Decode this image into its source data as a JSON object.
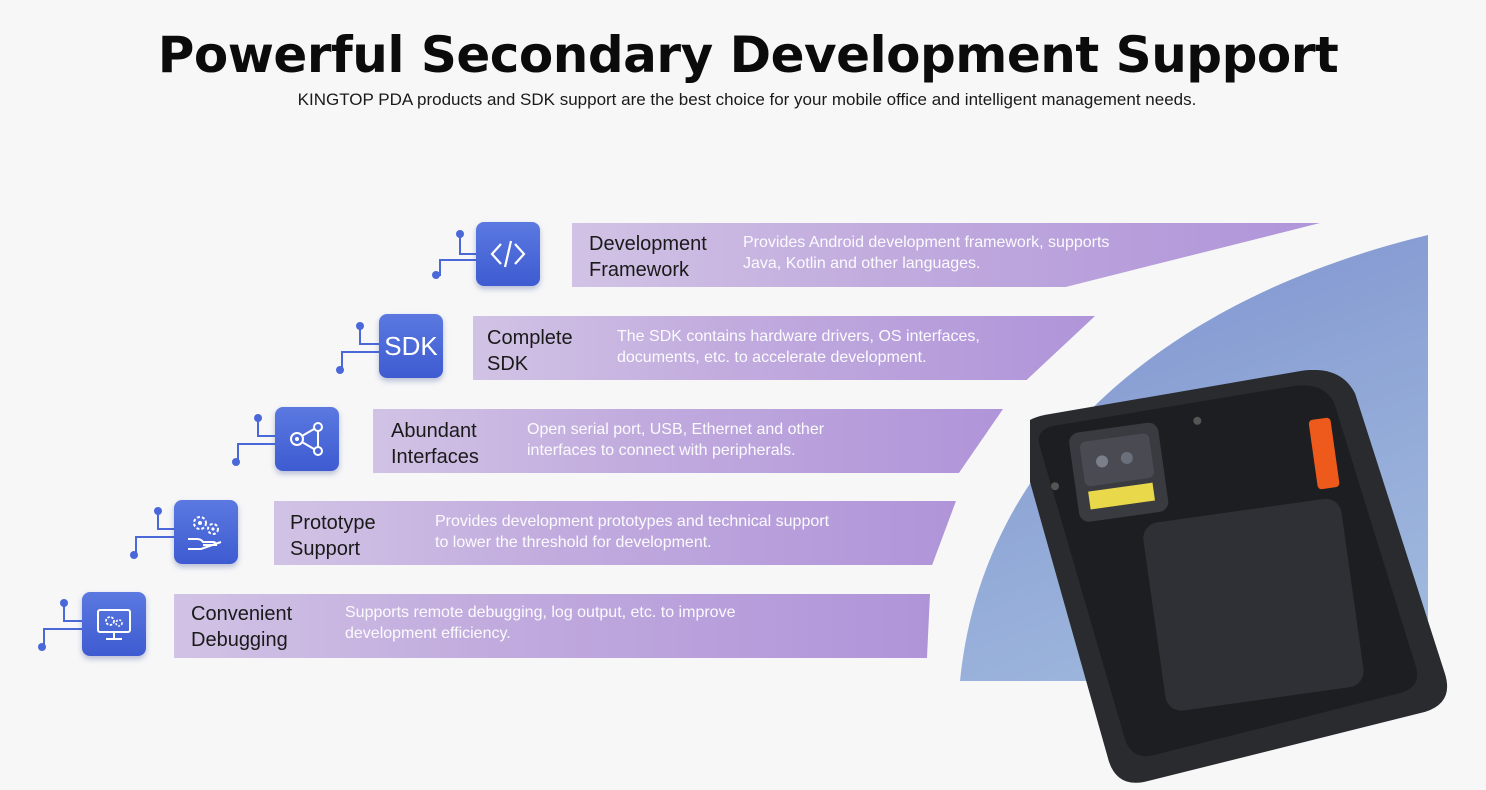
{
  "header": {
    "title": "Powerful Secondary Development Support",
    "subtitle": "KINGTOP PDA products and SDK support are the best choice for your mobile office and intelligent management needs."
  },
  "features": [
    {
      "label_line1": "Development",
      "label_line2": "Framework",
      "desc_line1": "Provides Android development framework, supports",
      "desc_line2": "Java, Kotlin and other languages.",
      "icon": "code-icon"
    },
    {
      "label_line1": "Complete",
      "label_line2": "SDK",
      "desc_line1": "The SDK contains hardware drivers, OS interfaces,",
      "desc_line2": "documents, etc. to accelerate development.",
      "icon": "sdk-icon",
      "icon_text": "SDK"
    },
    {
      "label_line1": "Abundant",
      "label_line2": "Interfaces",
      "desc_line1": "Open serial port, USB, Ethernet and other",
      "desc_line2": "interfaces to connect with peripherals.",
      "icon": "share-nodes-icon"
    },
    {
      "label_line1": "Prototype",
      "label_line2": "Support",
      "desc_line1": "Provides development prototypes and technical support",
      "desc_line2": "to lower the threshold for development.",
      "icon": "gears-hand-icon"
    },
    {
      "label_line1": "Convenient",
      "label_line2": "Debugging",
      "desc_line1": "Supports remote debugging, log output, etc. to improve",
      "desc_line2": "development efficiency.",
      "icon": "monitor-gear-icon"
    }
  ],
  "colors": {
    "accent": "#4a68d8",
    "banner": "#b9a0dc",
    "panel": "#8fa6d6"
  }
}
